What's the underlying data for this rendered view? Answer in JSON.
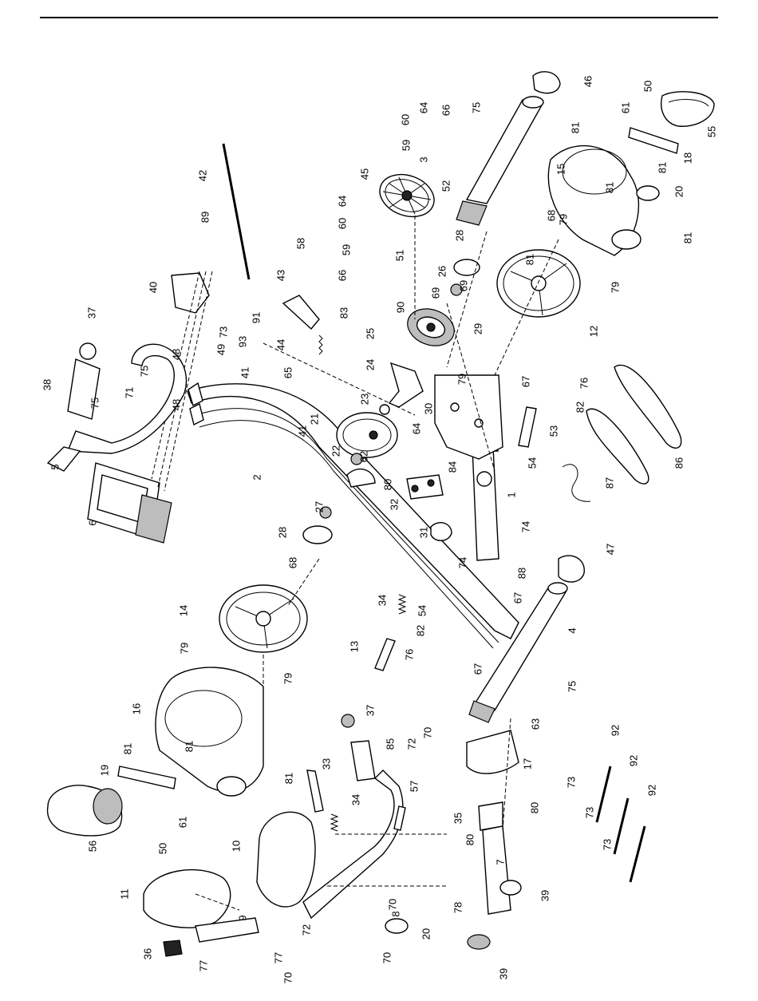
{
  "diagram": {
    "rule_color": "#000000",
    "callouts": [
      {
        "id": "46",
        "num": "46"
      },
      {
        "id": "64a",
        "num": "64"
      },
      {
        "id": "66a",
        "num": "66"
      },
      {
        "id": "75a",
        "num": "75"
      },
      {
        "id": "60a",
        "num": "60"
      },
      {
        "id": "59a",
        "num": "59"
      },
      {
        "id": "3",
        "num": "3"
      },
      {
        "id": "50a",
        "num": "50"
      },
      {
        "id": "61a",
        "num": "61"
      },
      {
        "id": "55",
        "num": "55"
      },
      {
        "id": "81a",
        "num": "81"
      },
      {
        "id": "18",
        "num": "18"
      },
      {
        "id": "81b",
        "num": "81"
      },
      {
        "id": "15",
        "num": "15"
      },
      {
        "id": "42",
        "num": "42"
      },
      {
        "id": "45",
        "num": "45"
      },
      {
        "id": "52",
        "num": "52"
      },
      {
        "id": "81c",
        "num": "81"
      },
      {
        "id": "20a",
        "num": "20"
      },
      {
        "id": "64b",
        "num": "64"
      },
      {
        "id": "68a",
        "num": "68"
      },
      {
        "id": "60b",
        "num": "60"
      },
      {
        "id": "79a",
        "num": "79"
      },
      {
        "id": "81d",
        "num": "81"
      },
      {
        "id": "89",
        "num": "89"
      },
      {
        "id": "58",
        "num": "58"
      },
      {
        "id": "59b",
        "num": "59"
      },
      {
        "id": "51",
        "num": "51"
      },
      {
        "id": "28a",
        "num": "28"
      },
      {
        "id": "81e",
        "num": "81"
      },
      {
        "id": "66b",
        "num": "66"
      },
      {
        "id": "43",
        "num": "43"
      },
      {
        "id": "26",
        "num": "26"
      },
      {
        "id": "40",
        "num": "40"
      },
      {
        "id": "69a",
        "num": "69"
      },
      {
        "id": "69b",
        "num": "69"
      },
      {
        "id": "79b",
        "num": "79"
      },
      {
        "id": "37a",
        "num": "37"
      },
      {
        "id": "91",
        "num": "91"
      },
      {
        "id": "90",
        "num": "90"
      },
      {
        "id": "73a",
        "num": "73"
      },
      {
        "id": "83",
        "num": "83"
      },
      {
        "id": "12",
        "num": "12"
      },
      {
        "id": "93",
        "num": "93"
      },
      {
        "id": "25",
        "num": "25"
      },
      {
        "id": "44",
        "num": "44"
      },
      {
        "id": "29",
        "num": "29"
      },
      {
        "id": "48a",
        "num": "48"
      },
      {
        "id": "49",
        "num": "49"
      },
      {
        "id": "75b",
        "num": "75"
      },
      {
        "id": "41a",
        "num": "41"
      },
      {
        "id": "24",
        "num": "24"
      },
      {
        "id": "38",
        "num": "38"
      },
      {
        "id": "65",
        "num": "65"
      },
      {
        "id": "79c",
        "num": "79"
      },
      {
        "id": "67a",
        "num": "67"
      },
      {
        "id": "76a",
        "num": "76"
      },
      {
        "id": "71",
        "num": "71"
      },
      {
        "id": "75c",
        "num": "75"
      },
      {
        "id": "48b",
        "num": "48"
      },
      {
        "id": "23",
        "num": "23"
      },
      {
        "id": "30",
        "num": "30"
      },
      {
        "id": "82a",
        "num": "82"
      },
      {
        "id": "21",
        "num": "21"
      },
      {
        "id": "64c",
        "num": "64"
      },
      {
        "id": "53",
        "num": "53"
      },
      {
        "id": "41b",
        "num": "41"
      },
      {
        "id": "22",
        "num": "22"
      },
      {
        "id": "62",
        "num": "62"
      },
      {
        "id": "84",
        "num": "84"
      },
      {
        "id": "54a",
        "num": "54"
      },
      {
        "id": "5",
        "num": "5"
      },
      {
        "id": "2",
        "num": "2"
      },
      {
        "id": "80a",
        "num": "80"
      },
      {
        "id": "32",
        "num": "32"
      },
      {
        "id": "1",
        "num": "1"
      },
      {
        "id": "86",
        "num": "86"
      },
      {
        "id": "87",
        "num": "87"
      },
      {
        "id": "6",
        "num": "6"
      },
      {
        "id": "27",
        "num": "27"
      },
      {
        "id": "31",
        "num": "31"
      },
      {
        "id": "74a",
        "num": "74"
      },
      {
        "id": "28b",
        "num": "28"
      },
      {
        "id": "74b",
        "num": "74"
      },
      {
        "id": "88",
        "num": "88"
      },
      {
        "id": "47",
        "num": "47"
      },
      {
        "id": "68b",
        "num": "68"
      },
      {
        "id": "34a",
        "num": "34"
      },
      {
        "id": "67b",
        "num": "67"
      },
      {
        "id": "54b",
        "num": "54"
      },
      {
        "id": "14",
        "num": "14"
      },
      {
        "id": "82b",
        "num": "82"
      },
      {
        "id": "13",
        "num": "13"
      },
      {
        "id": "76b",
        "num": "76"
      },
      {
        "id": "4",
        "num": "4"
      },
      {
        "id": "79d",
        "num": "79"
      },
      {
        "id": "67c",
        "num": "67"
      },
      {
        "id": "79e",
        "num": "79"
      },
      {
        "id": "75d",
        "num": "75"
      },
      {
        "id": "16",
        "num": "16"
      },
      {
        "id": "37b",
        "num": "37"
      },
      {
        "id": "63",
        "num": "63"
      },
      {
        "id": "81f",
        "num": "81"
      },
      {
        "id": "85",
        "num": "85"
      },
      {
        "id": "70a",
        "num": "70"
      },
      {
        "id": "72a",
        "num": "72"
      },
      {
        "id": "81g",
        "num": "81"
      },
      {
        "id": "33",
        "num": "33"
      },
      {
        "id": "17",
        "num": "17"
      },
      {
        "id": "92a",
        "num": "92"
      },
      {
        "id": "19",
        "num": "19"
      },
      {
        "id": "81h",
        "num": "81"
      },
      {
        "id": "57",
        "num": "57"
      },
      {
        "id": "92b",
        "num": "92"
      },
      {
        "id": "34b",
        "num": "34"
      },
      {
        "id": "35",
        "num": "35"
      },
      {
        "id": "80b",
        "num": "80"
      },
      {
        "id": "73b",
        "num": "73"
      },
      {
        "id": "92c",
        "num": "92"
      },
      {
        "id": "61b",
        "num": "61"
      },
      {
        "id": "10",
        "num": "10"
      },
      {
        "id": "80c",
        "num": "80"
      },
      {
        "id": "73c",
        "num": "73"
      },
      {
        "id": "50b",
        "num": "50"
      },
      {
        "id": "56",
        "num": "56"
      },
      {
        "id": "73d",
        "num": "73"
      },
      {
        "id": "7",
        "num": "7"
      },
      {
        "id": "78",
        "num": "78"
      },
      {
        "id": "11",
        "num": "11"
      },
      {
        "id": "9",
        "num": "9"
      },
      {
        "id": "70b",
        "num": "70"
      },
      {
        "id": "39a",
        "num": "39"
      },
      {
        "id": "8",
        "num": "8"
      },
      {
        "id": "72b",
        "num": "72"
      },
      {
        "id": "20b",
        "num": "20"
      },
      {
        "id": "36",
        "num": "36"
      },
      {
        "id": "77a",
        "num": "77"
      },
      {
        "id": "77b",
        "num": "77"
      },
      {
        "id": "70c",
        "num": "70"
      },
      {
        "id": "70d",
        "num": "70"
      },
      {
        "id": "39b",
        "num": "39"
      }
    ]
  }
}
